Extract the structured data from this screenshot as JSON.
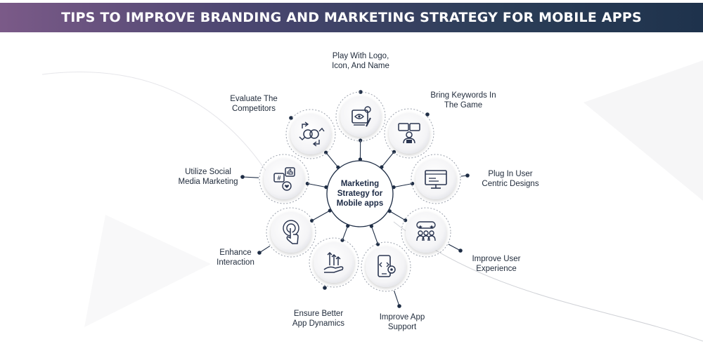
{
  "title": "TIPS TO IMPROVE BRANDING AND MARKETING STRATEGY FOR MOBILE APPS",
  "center": {
    "lines": [
      "Marketing",
      "Strategy for",
      "Mobile apps"
    ]
  },
  "items": [
    {
      "id": "logo",
      "icon": "logo-design-icon",
      "lines": [
        "Play With Logo,",
        "Icon, And Name"
      ]
    },
    {
      "id": "keywords",
      "icon": "keyword-chat-icon",
      "lines": [
        "Bring Keywords In",
        "The Game"
      ]
    },
    {
      "id": "design",
      "icon": "user-centric-design-icon",
      "lines": [
        "Plug In User",
        "Centric Designs"
      ]
    },
    {
      "id": "experience",
      "icon": "user-experience-icon",
      "lines": [
        "Improve User",
        "Experience"
      ]
    },
    {
      "id": "support",
      "icon": "app-support-icon",
      "lines": [
        "Improve App",
        "Support"
      ]
    },
    {
      "id": "dynamics",
      "icon": "growth-hand-icon",
      "lines": [
        "Ensure Better",
        "App Dynamics"
      ]
    },
    {
      "id": "interaction",
      "icon": "touch-interaction-icon",
      "lines": [
        "Enhance",
        "Interaction"
      ]
    },
    {
      "id": "social",
      "icon": "social-media-icon",
      "lines": [
        "Utilize Social",
        "Media Marketing"
      ]
    },
    {
      "id": "competitors",
      "icon": "competitor-exchange-icon",
      "lines": [
        "Evaluate The",
        "Competitors"
      ]
    }
  ],
  "colors": {
    "banner_start": "#7b5a88",
    "banner_end": "#1e324c",
    "line": "#1e2d45",
    "dot": "#1e2d45",
    "icon": "#2a3550"
  }
}
